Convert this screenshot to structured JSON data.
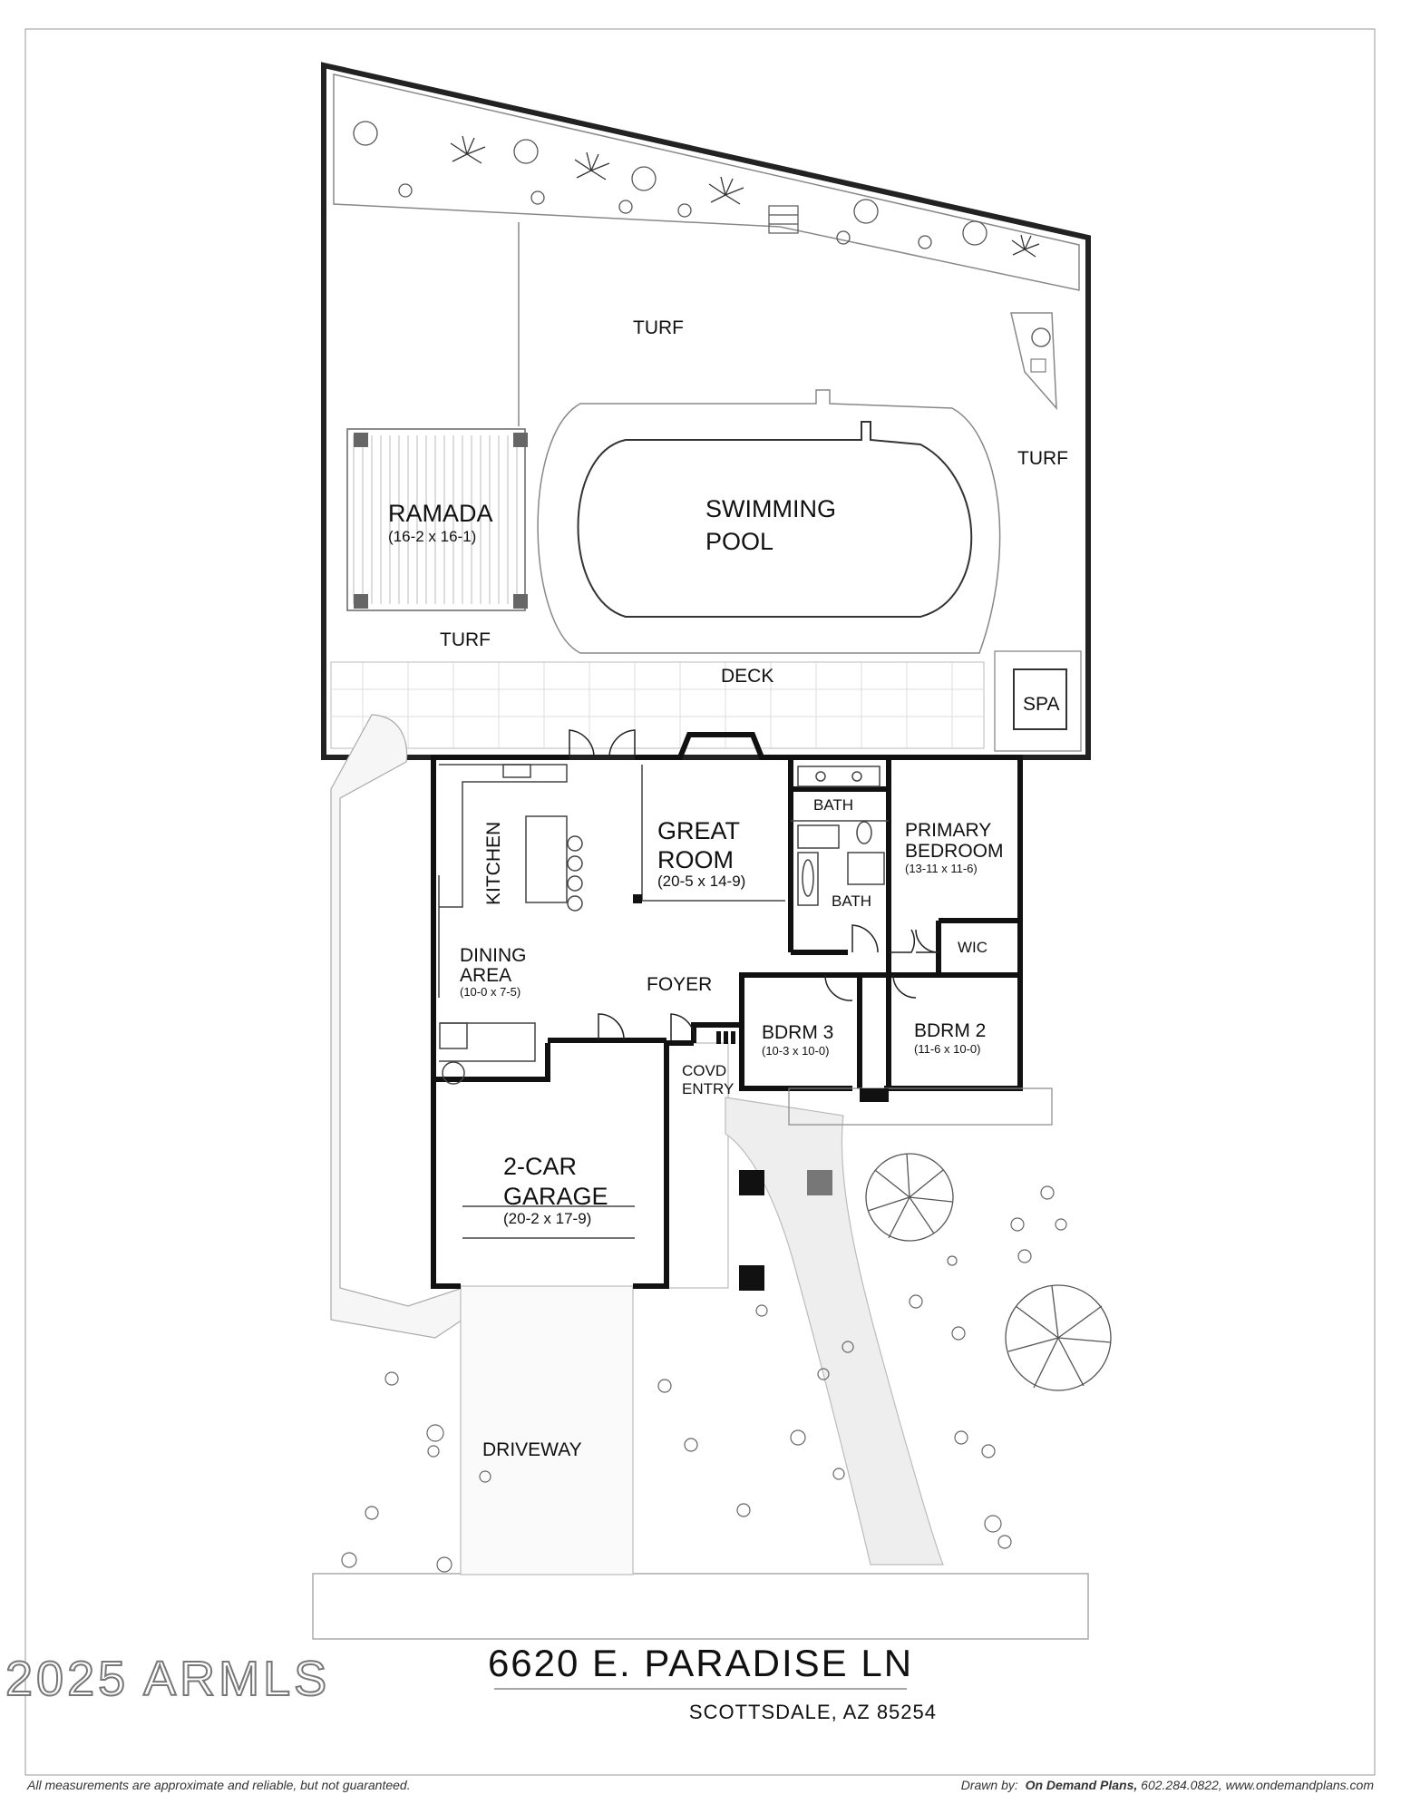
{
  "rooms": {
    "turf": "TURF",
    "ramada": {
      "name": "RAMADA",
      "size": "(16-2 x 16-1)"
    },
    "pool": {
      "line1": "SWIMMING",
      "line2": "POOL"
    },
    "deck": "DECK",
    "spa": "SPA",
    "kitchen": "KITCHEN",
    "great_room": {
      "line1": "GREAT",
      "line2": "ROOM",
      "size": "(20-5 x 14-9)"
    },
    "bath": "BATH",
    "primary_bedroom": {
      "line1": "PRIMARY",
      "line2": "BEDROOM",
      "size": "(13-11 x 11-6)"
    },
    "wic": "WIC",
    "dining": {
      "line1": "DINING",
      "line2": "AREA",
      "size": "(10-0 x 7-5)"
    },
    "foyer": "FOYER",
    "bdrm3": {
      "name": "BDRM 3",
      "size": "(10-3 x 10-0)"
    },
    "bdrm2": {
      "name": "BDRM 2",
      "size": "(11-6 x 10-0)"
    },
    "covd_entry": {
      "line1": "COVD",
      "line2": "ENTRY"
    },
    "garage": {
      "line1": "2-CAR",
      "line2": "GARAGE",
      "size": "(20-2 x 17-9)"
    },
    "driveway": "DRIVEWAY"
  },
  "title_block": {
    "address": "6620 E. PARADISE LN",
    "city": "SCOTTSDALE, AZ 85254",
    "copyright": "2025 ARMLS",
    "disclaimer": "All measurements are approximate and reliable, but not guaranteed.",
    "drawn_by_label": "Drawn by:",
    "drawn_by_name": "On Demand Plans,",
    "drawn_by_contact": "602.284.0822, www.ondemandplans.com"
  }
}
